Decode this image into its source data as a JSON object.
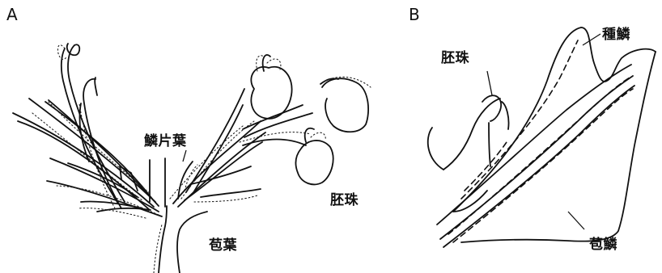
{
  "panels": {
    "a": {
      "letter": "A",
      "labels": {
        "scale_leaf": "鱗片葉",
        "ovule": "胚珠",
        "bract": "苞葉"
      }
    },
    "b": {
      "letter": "B",
      "labels": {
        "ovule": "胚珠",
        "seed_scale": "種鱗",
        "bract_scale": "苞鱗"
      }
    }
  }
}
